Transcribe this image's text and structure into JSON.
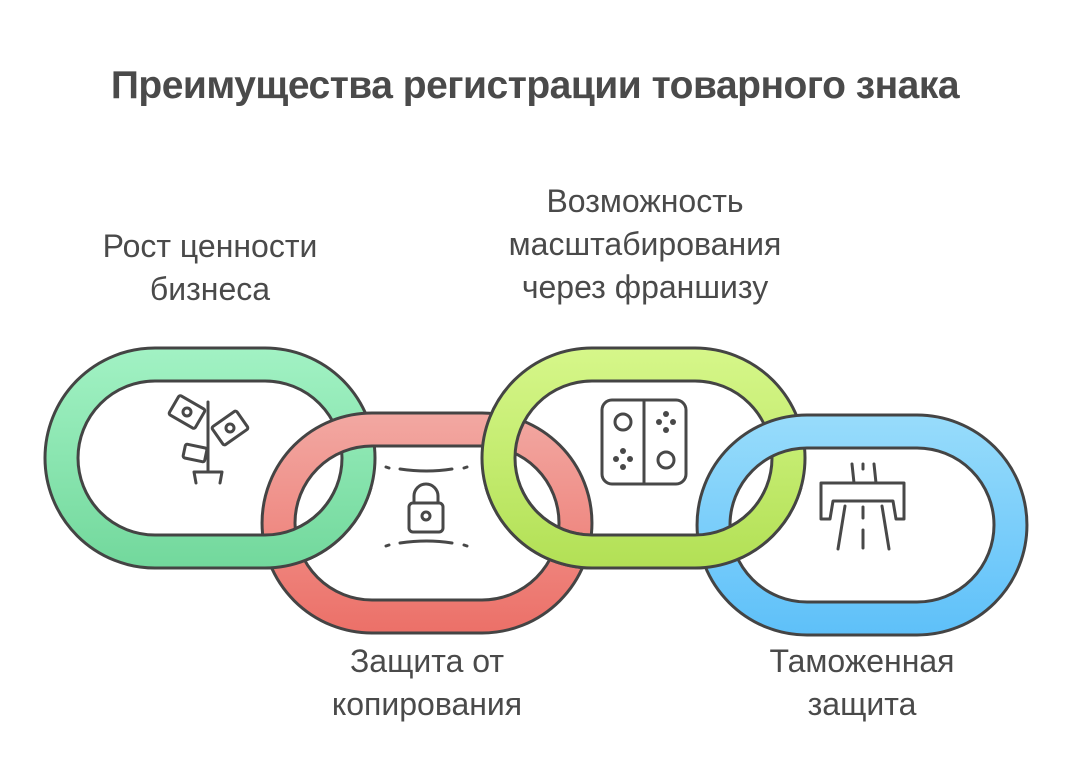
{
  "title": "Преимущества регистрации товарного знака",
  "links": [
    {
      "id": "growth",
      "lines": [
        "Рост ценности",
        "бизнеса"
      ],
      "icon": "money-plant-icon",
      "colors": [
        "#a2f2c4",
        "#72d89c"
      ],
      "label_position": "top"
    },
    {
      "id": "copy",
      "lines": [
        "Защита от",
        "копирования"
      ],
      "icon": "padlock-icon",
      "colors": [
        "#f2a8a2",
        "#ec7068"
      ],
      "label_position": "bottom"
    },
    {
      "id": "franchise",
      "lines": [
        "Возможность",
        "масштабирования",
        "через франшизу"
      ],
      "icon": "game-controller-icon",
      "colors": [
        "#d6f78a",
        "#b2e055"
      ],
      "label_position": "top"
    },
    {
      "id": "customs",
      "lines": [
        "Таможенная",
        "защита"
      ],
      "icon": "highway-overpass-icon",
      "colors": [
        "#98dcfb",
        "#5ec0f9"
      ],
      "label_position": "bottom"
    }
  ],
  "stroke_color": "#444444"
}
